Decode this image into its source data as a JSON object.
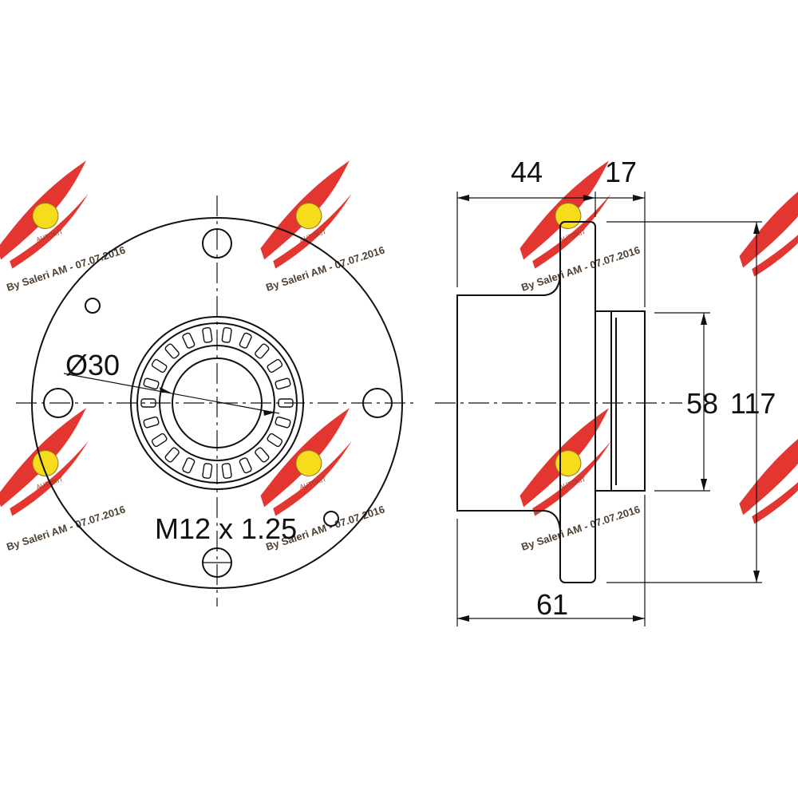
{
  "dimensions": {
    "flange_offset": "44",
    "flange_thickness": "17",
    "total_width": "61",
    "pilot_diameter": "58",
    "flange_diameter": "117",
    "bore_diameter": "Ø30",
    "bolt_thread": "M12 x 1.25"
  },
  "watermark": {
    "text": "By Saleri AM - 07.07.2016",
    "brand": "AUTOKIT"
  },
  "colors": {
    "line": "#111111",
    "wing": "#e0201a",
    "badge": "#f5d800"
  }
}
